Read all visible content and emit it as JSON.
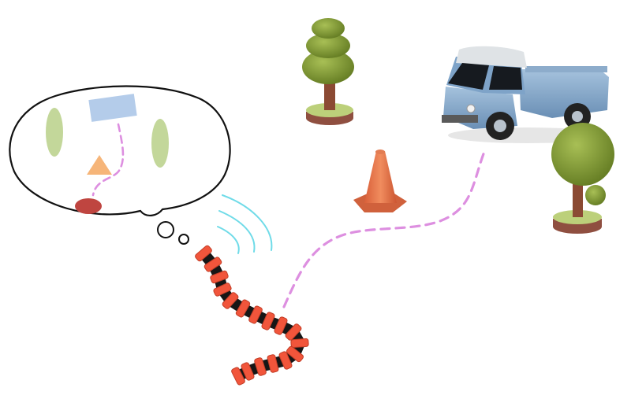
{
  "scene": {
    "objects": [
      {
        "id": "snake-robot",
        "kind": "robot"
      },
      {
        "id": "thought-bubble",
        "kind": "map-of-environment"
      },
      {
        "id": "traffic-cone",
        "kind": "obstacle"
      },
      {
        "id": "pickup-truck",
        "kind": "goal"
      },
      {
        "id": "tree-left",
        "kind": "obstacle"
      },
      {
        "id": "tree-right",
        "kind": "obstacle"
      }
    ],
    "colors": {
      "robot_link": "#f1553b",
      "robot_joint": "#161616",
      "path_dash": "#dd8fe0",
      "signal_waves": "#6fdbe8",
      "cone": "#ea7a4e",
      "truck_body": "#7ea3c8",
      "truck_cabin_roof": "#dfe3e6",
      "tree_foliage": "#7f9a34",
      "tree_trunk": "#8b4a33",
      "base_grass": "#bcd07a",
      "base_soil": "#8f4f40",
      "map_obstacle": "#c3d79a",
      "map_goal": "#b4ccea",
      "map_cone": "#f6b579",
      "map_robot": "#bf4540"
    }
  }
}
